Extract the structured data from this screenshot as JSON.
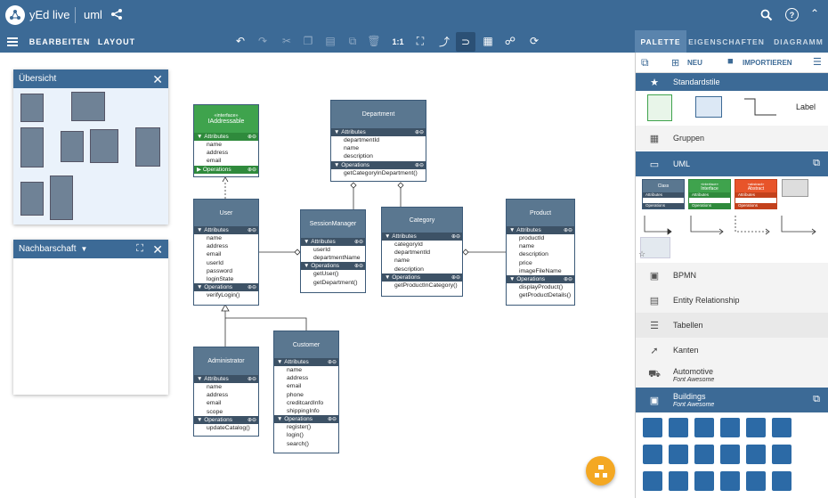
{
  "app": {
    "brand": "yEd live",
    "doc_title": "uml"
  },
  "toolbar": {
    "edit_label": "BEARBEITEN",
    "layout_label": "LAYOUT",
    "zoom_label": "1:1"
  },
  "tabs": {
    "palette": "PALETTE",
    "properties": "EIGENSCHAFTEN",
    "diagram": "DIAGRAMM"
  },
  "overview": {
    "title": "Übersicht"
  },
  "neighborhood": {
    "title": "Nachbarschaft"
  },
  "palette": {
    "new_label": "NEU",
    "import_label": "IMPORTIEREN",
    "sections": {
      "standard": "Standardstile",
      "groups": "Gruppen",
      "uml": "UML",
      "bpmn": "BPMN",
      "er": "Entity Relationship",
      "tables": "Tabellen",
      "edges": "Kanten",
      "automotive": "Automotive",
      "automotive_sub": "Font Awesome",
      "buildings": "Buildings",
      "buildings_sub": "Font Awesome"
    },
    "standard_label": "Label",
    "uml_samples": {
      "class": "Class",
      "interface": "Interface",
      "abstract": "Abstract",
      "interface_stereo": "«interface»",
      "abstract_stereo": "«abstract»",
      "attributes": "Attributes",
      "operations": "Operations"
    }
  },
  "diagram": {
    "section_attributes": "Attributes",
    "section_operations": "Operations",
    "iaddressable": {
      "stereotype": "«interface»",
      "name": "IAddressable",
      "attributes": [
        "name",
        "address",
        "email"
      ]
    },
    "department": {
      "name": "Department",
      "attributes": [
        "departmentId",
        "name",
        "description"
      ],
      "operations": [
        "getCategoryInDepartment()"
      ]
    },
    "user": {
      "name": "User",
      "attributes": [
        "name",
        "address",
        "email",
        "userId",
        "password",
        "loginState"
      ],
      "operations": [
        "verifyLogin()"
      ]
    },
    "session": {
      "name": "SessionManager",
      "attributes": [
        "userId",
        "departmentName"
      ],
      "operations": [
        "getUser()",
        "getDepartment()"
      ]
    },
    "category": {
      "name": "Category",
      "attributes": [
        "categoryId",
        "departmentId",
        "name",
        "description"
      ],
      "operations": [
        "getProductInCategory()"
      ]
    },
    "product": {
      "name": "Product",
      "attributes": [
        "productId",
        "name",
        "description",
        "price",
        "imageFileName"
      ],
      "operations": [
        "displayProduct()",
        "getProductDetails()"
      ]
    },
    "administrator": {
      "name": "Administrator",
      "attributes": [
        "name",
        "address",
        "email",
        "scope"
      ],
      "operations": [
        "updateCatalog()"
      ]
    },
    "customer": {
      "name": "Customer",
      "attributes": [
        "name",
        "address",
        "email",
        "phone",
        "creditcardInfo",
        "shippingInfo"
      ],
      "operations": [
        "register()",
        "login()",
        "search()"
      ]
    }
  }
}
